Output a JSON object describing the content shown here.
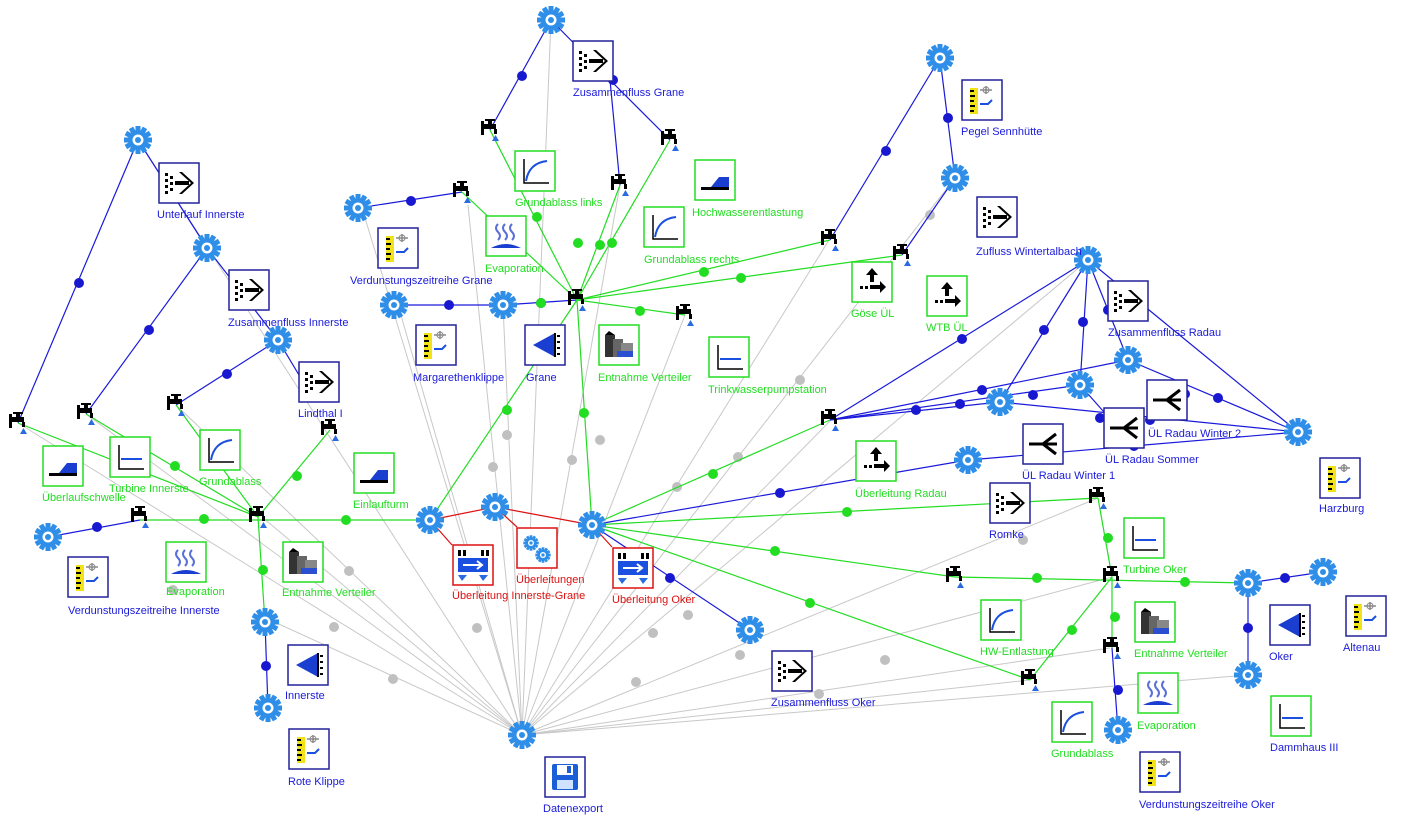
{
  "colors": {
    "blue": "#1a1adb",
    "green": "#22dd22",
    "red": "#dd1111",
    "gray": "#c8c8c8",
    "gear": "#2f8ee8",
    "dot_blue": "#1818d0",
    "dot_green": "#22dd22",
    "dot_gray": "#c0c0c0"
  },
  "labels": {
    "zusammenfluss_grane": "Zusammenfluss Grane",
    "pegel_sennhuette": "Pegel Sennhütte",
    "unterlauf_innerste": "Unterlauf Innerste",
    "grundablass_links": "Grundablass links",
    "hochwasserentlastung": "Hochwasserentlastung",
    "grundablass_rechts": "Grundablass rechts",
    "zufluss_wintertalbach": "Zufluss Wintertalbach",
    "verdunstung_grane": "Verdunstungszeitreihe Grane",
    "evaporation_grane": "Evaporation",
    "zusammenfluss_innerste": "Zusammenfluss Innerste",
    "goese_ul": "Göse ÜL",
    "wtb_ul": "WTB ÜL",
    "zusammenfluss_radau": "Zusammenfluss Radau",
    "margarethenklippe": "Margarethenklippe",
    "grane": "Grane",
    "entnahme_verteiler_grane": "Entnahme Verteiler",
    "trinkwasserpumpstation": "Trinkwasserpumpstation",
    "lindthal": "Lindthal I",
    "ul_radau_winter2": "ÜL Radau Winter 2",
    "ul_radau_sommer": "ÜL Radau Sommer",
    "ul_radau_winter1": "ÜL Radau Winter 1",
    "ueberlaufschwelle": "Überlaufschwelle",
    "turbine_innerste": "Turbine Innerste",
    "grundablass_innerste": "Grundablass",
    "einlaufturm": "Einlaufturm",
    "ueberleitung_radau": "Überleitung Radau",
    "harzburg": "Harzburg",
    "romke": "Romke",
    "ueberleitungen": "Überleitungen",
    "ueberleitung_innerste_grane": "Überleitung Innerste-Grane",
    "ueberleitung_oker": "Überleitung Oker",
    "turbine_oker": "Turbine Oker",
    "evaporation_innerste": "Evaporation",
    "entnahme_verteiler_innerste": "Entnahme Verteiler",
    "verdunstung_innerste": "Verdunstungszeitreihe Innerste",
    "hw_entlastung": "HW-Entlastung",
    "entnahme_verteiler_oker": "Entnahme Verteiler",
    "oker": "Oker",
    "altenau": "Altenau",
    "innerste": "Innerste",
    "zusammenfluss_oker": "Zusammenfluss Oker",
    "dammhaus": "Dammhaus III",
    "grundablass_oker": "Grundablass",
    "evaporation_oker": "Evaporation",
    "rote_klippe": "Rote Klippe",
    "verdunstung_oker": "Verdunstungszeitreihe Oker",
    "datenexport": "Datenexport"
  }
}
